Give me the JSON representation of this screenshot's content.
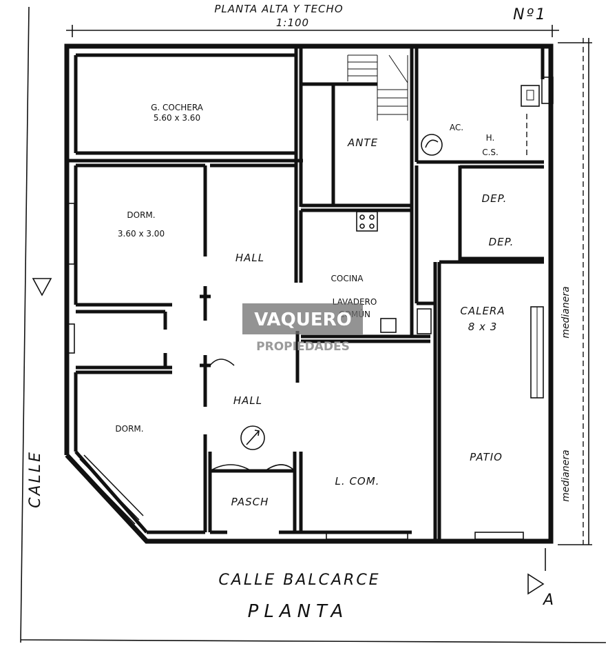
{
  "header": {
    "title": "PLANTA ALTA Y TECHO",
    "scale": "1:100",
    "sheet": "Nº1"
  },
  "rooms": {
    "garage": "G. COCHERA",
    "garage_dim": "5.60 x 3.60",
    "ante": "ANTE",
    "ac": "AC.",
    "hcs_1": "H.",
    "hcs_2": "C.S.",
    "dep1": "DEP.",
    "dep2": "DEP.",
    "dorm1": "DORM.",
    "dorm1_dim": "3.60 x 3.00",
    "hall1": "HALL",
    "cocina": "COCINA",
    "lavadero1": "LAVADERO",
    "lavadero2": "COMÚN",
    "calera": "CALERA",
    "calera_dim": "8 x 3",
    "hall2": "HALL",
    "dorm2": "DORM.",
    "patio": "PATIO",
    "lcom": "L. COM.",
    "pasch": "PASCH"
  },
  "labels": {
    "street_side": "CALLE",
    "street_bottom": "CALLE BALCARCE",
    "plan_title": "PLANTA",
    "medianera_top": "medianera",
    "medianera_bottom": "medianera",
    "section": "A"
  },
  "watermark": {
    "line1": "VAQUERO",
    "line2": "PROPIEDADES"
  }
}
